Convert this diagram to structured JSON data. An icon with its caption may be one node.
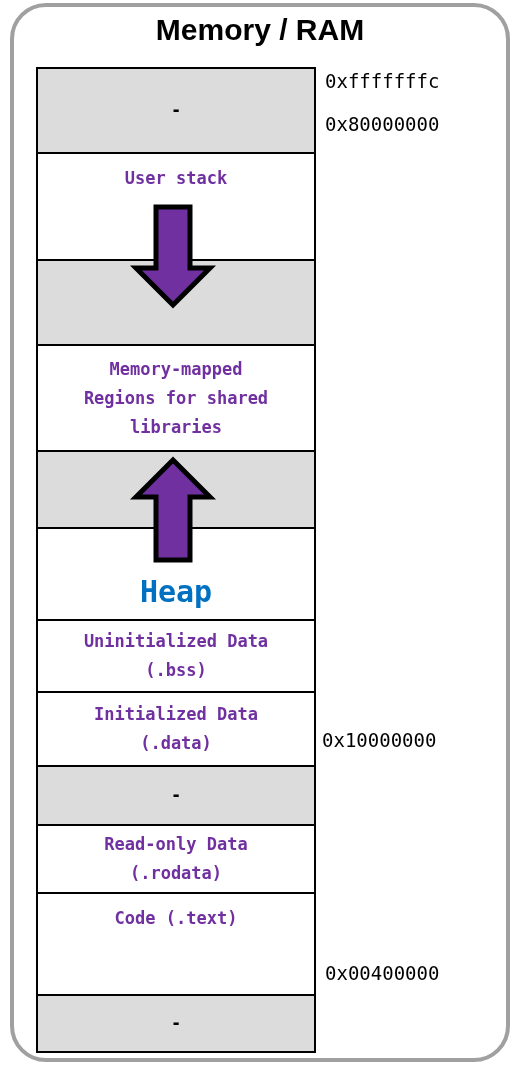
{
  "diagram": {
    "nodes": [
      {
        "text": [
          "Memory / RAM"
        ]
      },
      {
        "text": [
          "-"
        ],
        "in": 0
      },
      {
        "text": [
          "User stack"
        ],
        "in": 0
      },
      {
        "text": [],
        "shape": "box",
        "in": 0
      },
      {
        "text": [
          "Memory-mapped Regions for shared libraries"
        ],
        "in": 0
      },
      {
        "text": [],
        "shape": "box",
        "in": 0
      },
      {
        "text": [
          "Heap"
        ],
        "in": 0
      },
      {
        "text": [
          "Uninitialized Data (.bss)"
        ],
        "in": 0
      },
      {
        "text": [
          "Initialized Data (.data)"
        ],
        "in": 0
      },
      {
        "text": [
          "-"
        ],
        "in": 0
      },
      {
        "text": [
          "Read-only Data (.rodata)"
        ],
        "in": 0
      },
      {
        "text": [
          "Code (.text)"
        ],
        "in": 0
      },
      {
        "text": [
          "-"
        ],
        "in": 0
      }
    ],
    "edges": [
      {
        "from": 2,
        "to": 3,
        "arrow": "to"
      },
      {
        "from": 6,
        "to": 5,
        "arrow": "to"
      }
    ],
    "labels": [
      "0xfffffffc",
      "0x80000000",
      "0x10000000",
      "0x00400000"
    ]
  }
}
